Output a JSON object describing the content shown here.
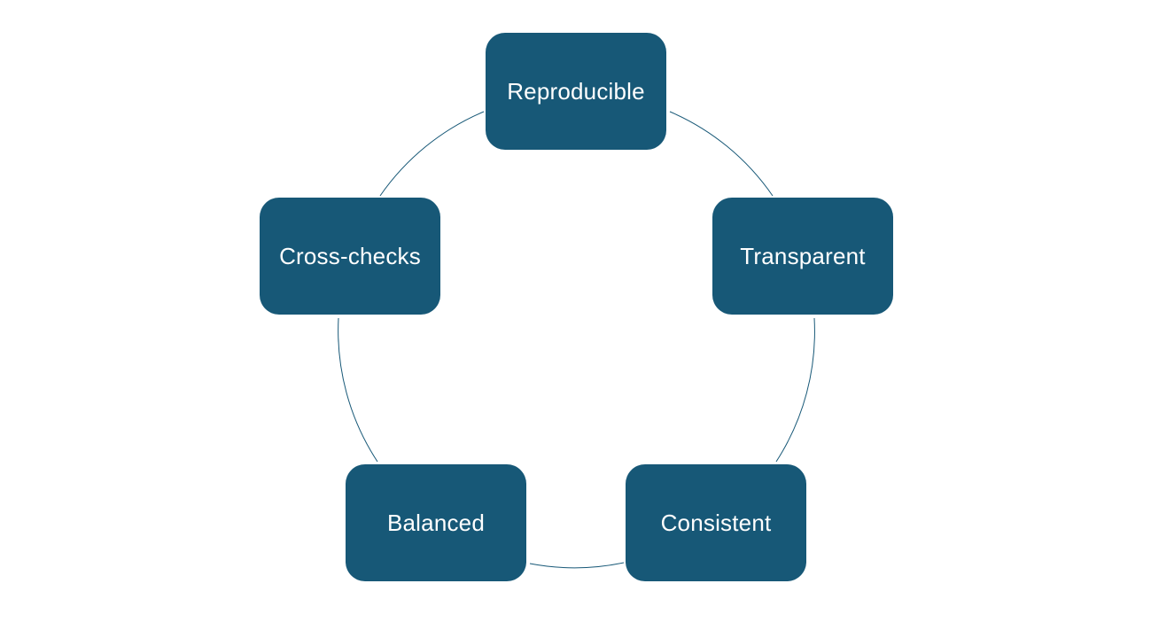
{
  "diagram": {
    "type": "cycle",
    "colors": {
      "node_fill": "#175877",
      "node_text": "#ffffff",
      "connector": "#175877",
      "background": "#ffffff"
    },
    "nodes": [
      {
        "id": "reproducible",
        "label": "Reproducible"
      },
      {
        "id": "transparent",
        "label": "Transparent"
      },
      {
        "id": "consistent",
        "label": "Consistent"
      },
      {
        "id": "balanced",
        "label": "Balanced"
      },
      {
        "id": "crosschecks",
        "label": "Cross-checks"
      }
    ]
  }
}
